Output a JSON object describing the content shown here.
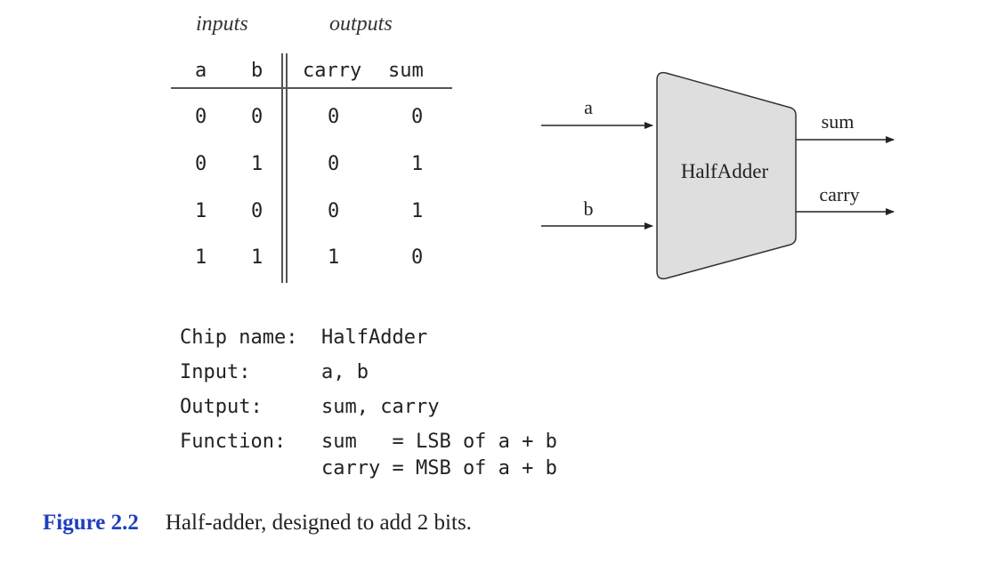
{
  "truth_table": {
    "group_labels": {
      "inputs": "inputs",
      "outputs": "outputs"
    },
    "columns": [
      "a",
      "b",
      "carry",
      "sum"
    ],
    "rows": [
      [
        "0",
        "0",
        "0",
        "0"
      ],
      [
        "0",
        "1",
        "0",
        "1"
      ],
      [
        "1",
        "0",
        "0",
        "1"
      ],
      [
        "1",
        "1",
        "1",
        "0"
      ]
    ]
  },
  "diagram": {
    "chip_label": "HalfAdder",
    "input_a": "a",
    "input_b": "b",
    "output_sum": "sum",
    "output_carry": "carry",
    "fill_color": "#dedede",
    "stroke_color": "#333333"
  },
  "spec": {
    "chip_name_key": "Chip name:",
    "chip_name_value": "HalfAdder",
    "input_key": "Input:",
    "input_value": "a, b",
    "output_key": "Output:",
    "output_value": "sum, carry",
    "function_key": "Function:",
    "function_line1": "sum   = LSB of a + b",
    "function_line2": "carry = MSB of a + b"
  },
  "caption": {
    "label": "Figure 2.2",
    "text": "Half-adder, designed to add 2 bits.",
    "label_color": "#1f3fbf"
  }
}
